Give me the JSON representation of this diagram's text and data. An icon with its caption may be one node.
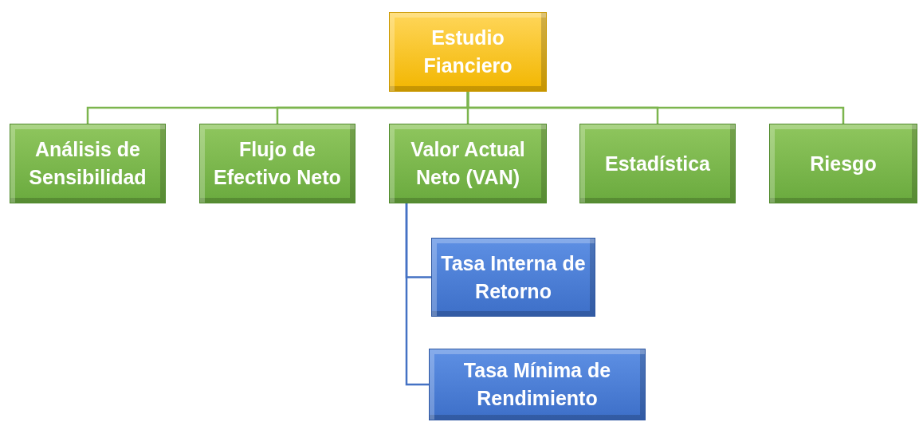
{
  "diagram": {
    "nodes": [
      {
        "text": [
          "Estudio Fianciero"
        ]
      },
      {
        "text": [
          "Análisis de Sensibilidad"
        ]
      },
      {
        "text": [
          "Flujo de Efectivo Neto"
        ]
      },
      {
        "text": [
          "Valor Actual Neto (VAN)"
        ]
      },
      {
        "text": [
          "Estadística"
        ]
      },
      {
        "text": [
          "Riesgo"
        ]
      },
      {
        "text": [
          "Tasa Interna de Retorno"
        ]
      },
      {
        "text": [
          "Tasa Mínima de Rendimiento"
        ]
      }
    ],
    "edges": [
      {
        "from": 0,
        "to": 1,
        "arrow": "none"
      },
      {
        "from": 0,
        "to": 2,
        "arrow": "none"
      },
      {
        "from": 0,
        "to": 3,
        "arrow": "none"
      },
      {
        "from": 0,
        "to": 4,
        "arrow": "none"
      },
      {
        "from": 0,
        "to": 5,
        "arrow": "none"
      },
      {
        "from": 3,
        "to": 6,
        "arrow": "none",
        "color": "#4472c4"
      },
      {
        "from": 3,
        "to": 7,
        "arrow": "none",
        "color": "#4472c4"
      }
    ]
  }
}
